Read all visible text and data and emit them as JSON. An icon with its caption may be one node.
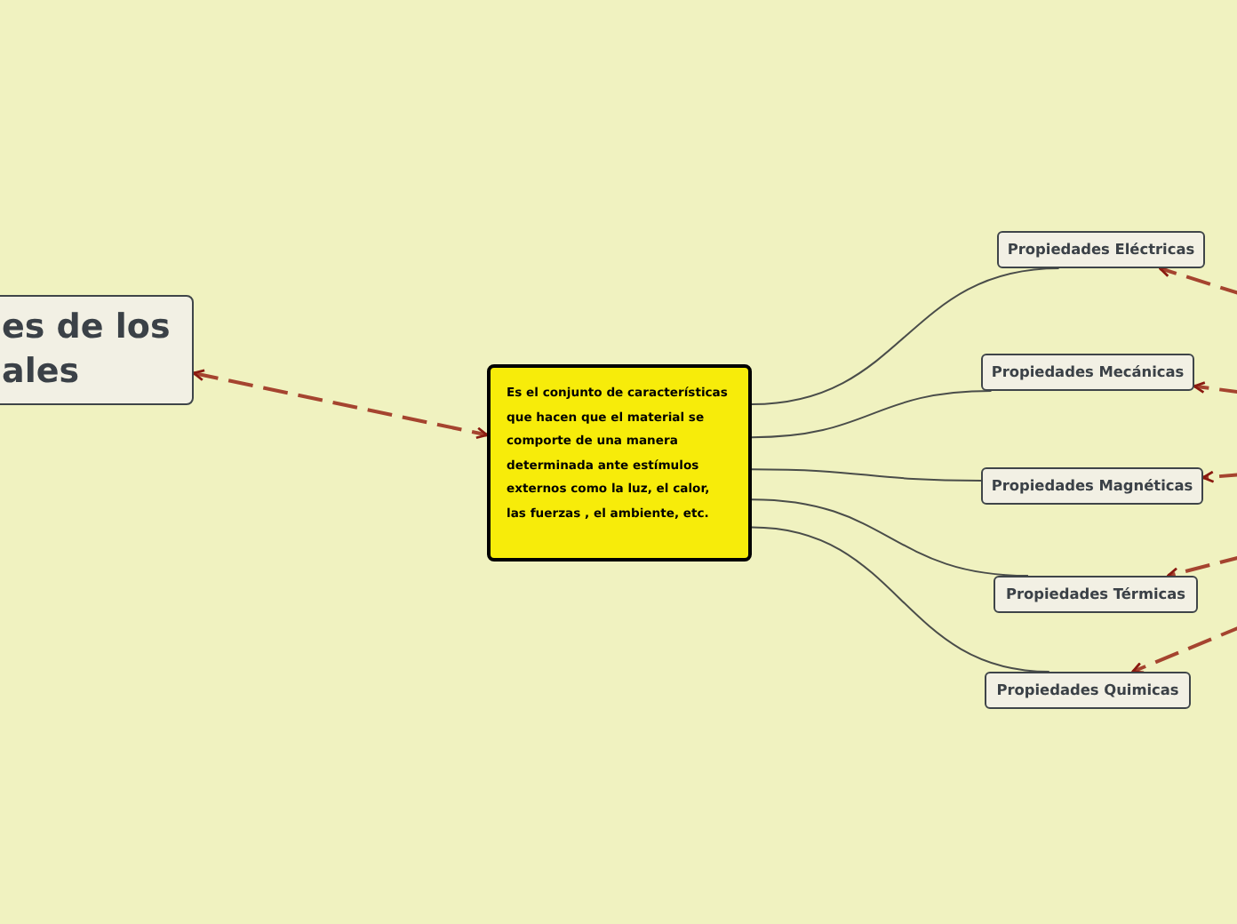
{
  "diagram": {
    "nodes": [
      {
        "text": [
          "es de los ales"
        ]
      },
      {
        "text": [
          "Es el conjunto de características que hacen que el material se comporte de una manera determinada ante estímulos externos como la luz, el calor, las fuerzas , el ambiente, etc."
        ]
      },
      {
        "text": [
          "Propiedades Eléctricas"
        ]
      },
      {
        "text": [
          "Propiedades Mecánicas"
        ]
      },
      {
        "text": [
          "Propiedades Magnéticas"
        ]
      },
      {
        "text": [
          "Propiedades Térmicas"
        ]
      },
      {
        "text": [
          "Propiedades Quimicas"
        ]
      }
    ],
    "edges": [
      {
        "from": 0,
        "to": 1,
        "arrow": "both",
        "style": "dashed"
      },
      {
        "from": 1,
        "to": 2,
        "arrow": "none",
        "color": "#4a4d4a"
      },
      {
        "from": 1,
        "to": 3,
        "arrow": "none",
        "color": "#4a4d4a"
      },
      {
        "from": 1,
        "to": 4,
        "arrow": "none",
        "color": "#4a4d4a"
      },
      {
        "from": 1,
        "to": 5,
        "arrow": "none",
        "color": "#4a4d4a"
      },
      {
        "from": 1,
        "to": 6,
        "arrow": "none",
        "color": "#4a4d4a"
      },
      {
        "from": null,
        "to": 2,
        "arrow": "to",
        "style": "dashed"
      },
      {
        "from": null,
        "to": 3,
        "arrow": "to",
        "style": "dashed"
      },
      {
        "from": null,
        "to": 4,
        "arrow": "to",
        "style": "dashed"
      },
      {
        "from": null,
        "to": 5,
        "arrow": "to",
        "style": "dashed"
      },
      {
        "from": null,
        "to": 6,
        "arrow": "to",
        "style": "dashed"
      }
    ]
  }
}
